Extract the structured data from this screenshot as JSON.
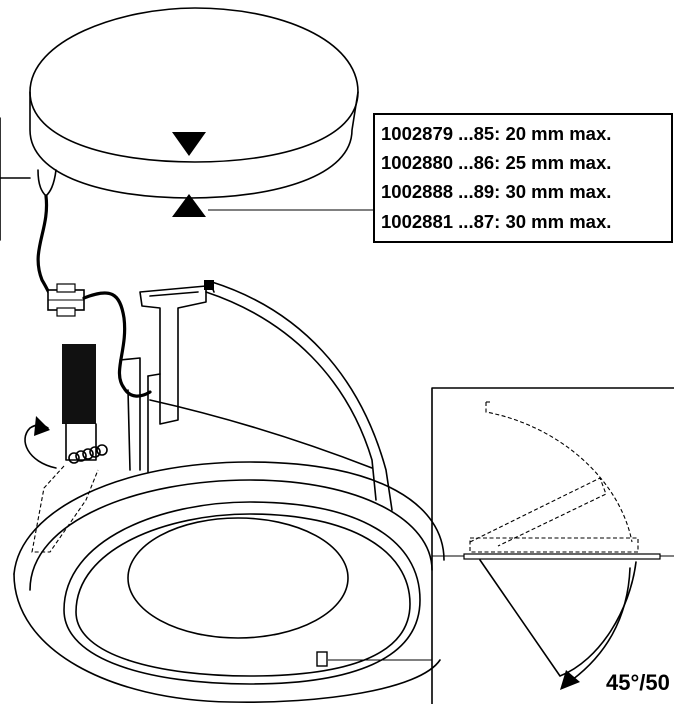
{
  "specs": [
    "1002879 ...85: 20 mm max.",
    "1002880 ...86: 25 mm max.",
    "1002888 ...89: 30 mm max.",
    "1002881 ...87: 30 mm max."
  ],
  "tilt_angle_label": "45°/50",
  "colors": {
    "line": "#000000",
    "background": "#ffffff",
    "fill_dark": "#111111"
  }
}
